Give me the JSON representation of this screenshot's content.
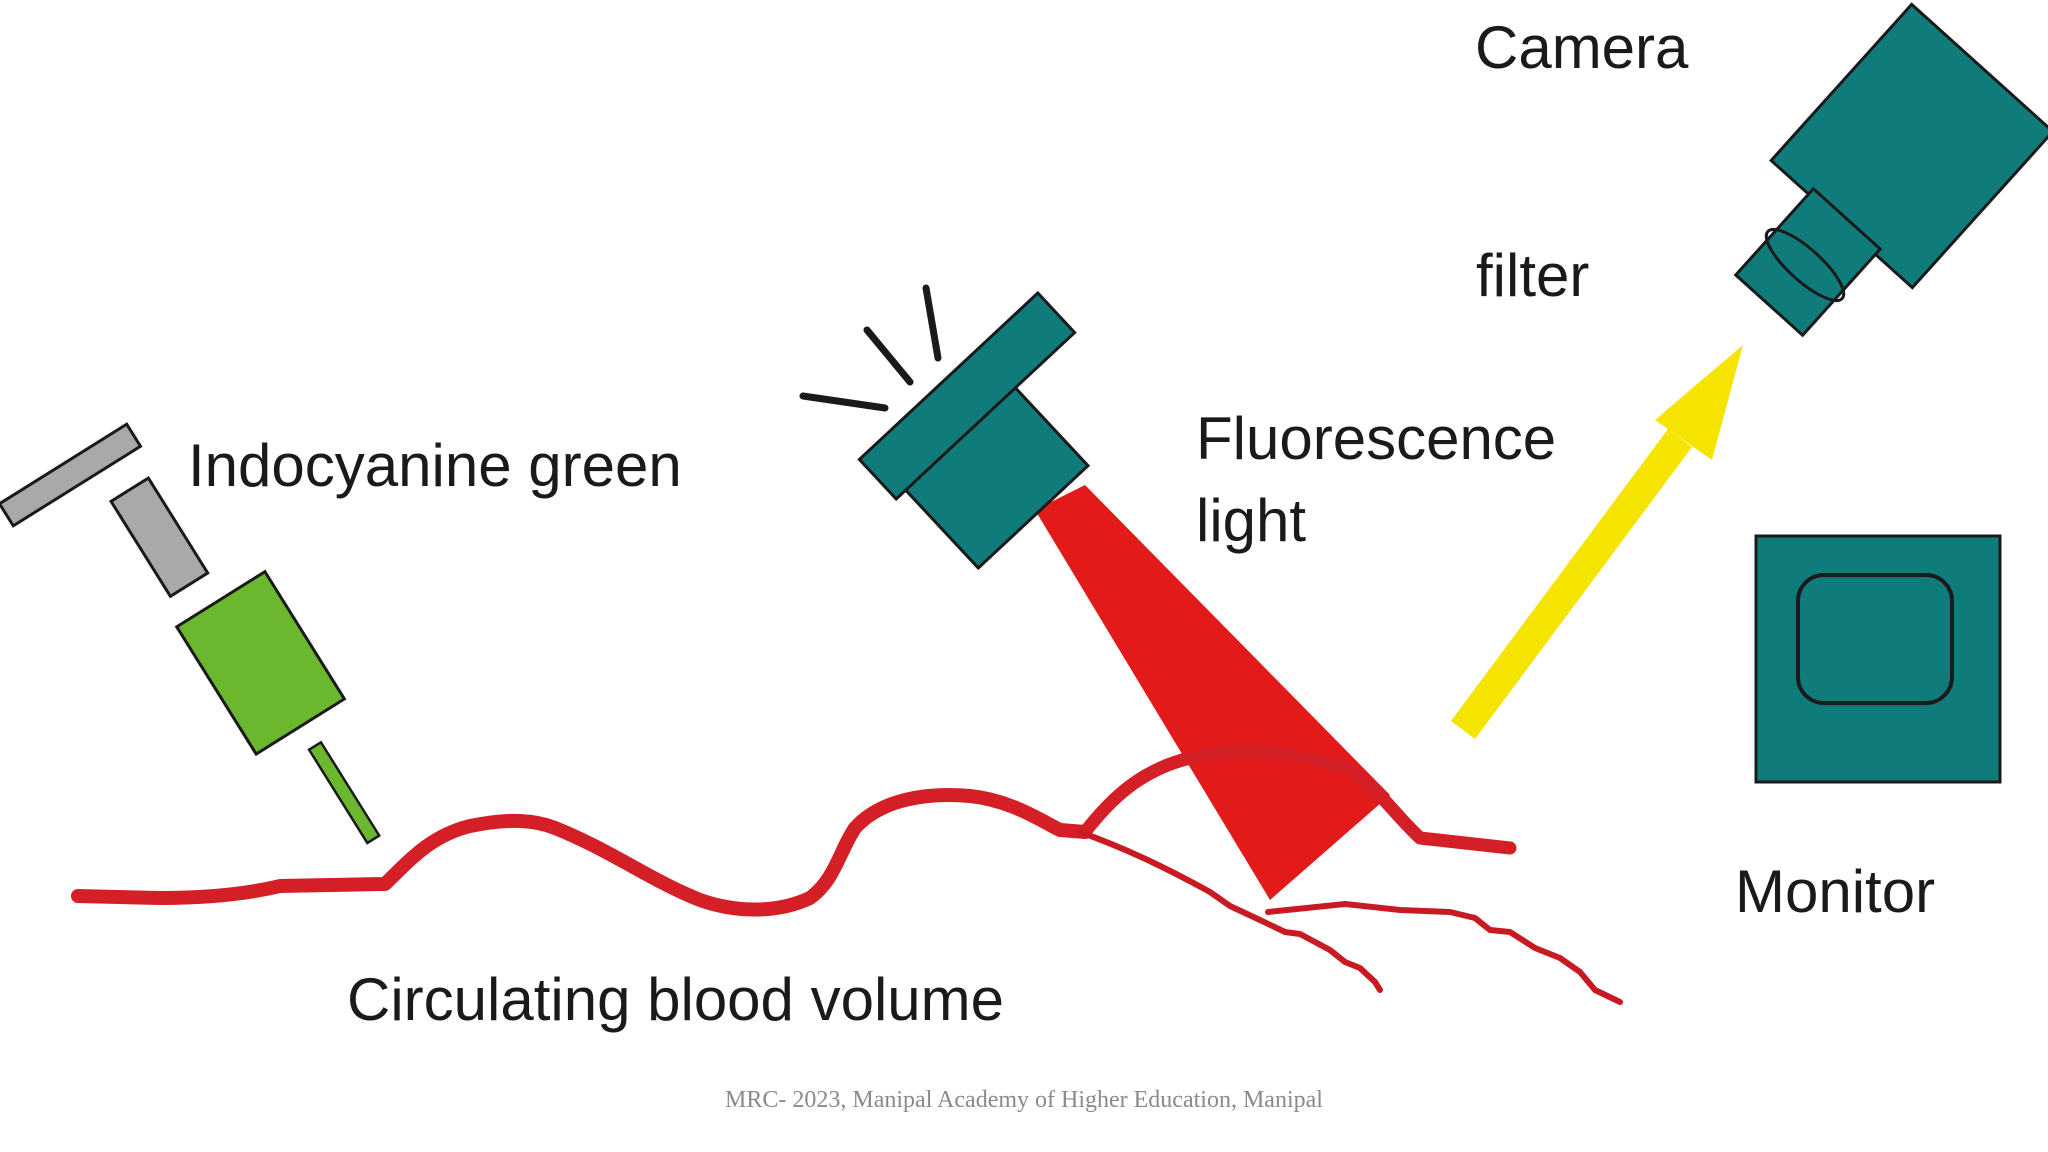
{
  "labels": {
    "camera": "Camera",
    "filter": "filter",
    "fluorescence_line1": "Fluorescence",
    "fluorescence_line2": "light",
    "indocyanine": "Indocyanine green",
    "circulating": "Circulating blood volume",
    "monitor": "Monitor"
  },
  "footer": "MRC- 2023, Manipal Academy of Higher Education, Manipal",
  "colors": {
    "teal": "#0f7b7b",
    "blood_red": "#d41f26",
    "beam_red": "#e31a1a",
    "arrow_yellow": "#f5e400",
    "syringe_green": "#6bb82e",
    "syringe_gray": "#a9a9a9",
    "outline": "#1a1a1a"
  },
  "icons": [
    "syringe-icon",
    "fluorescence-lamp-icon",
    "camera-icon",
    "filter-lens-icon",
    "monitor-icon",
    "emission-arrow-icon"
  ]
}
